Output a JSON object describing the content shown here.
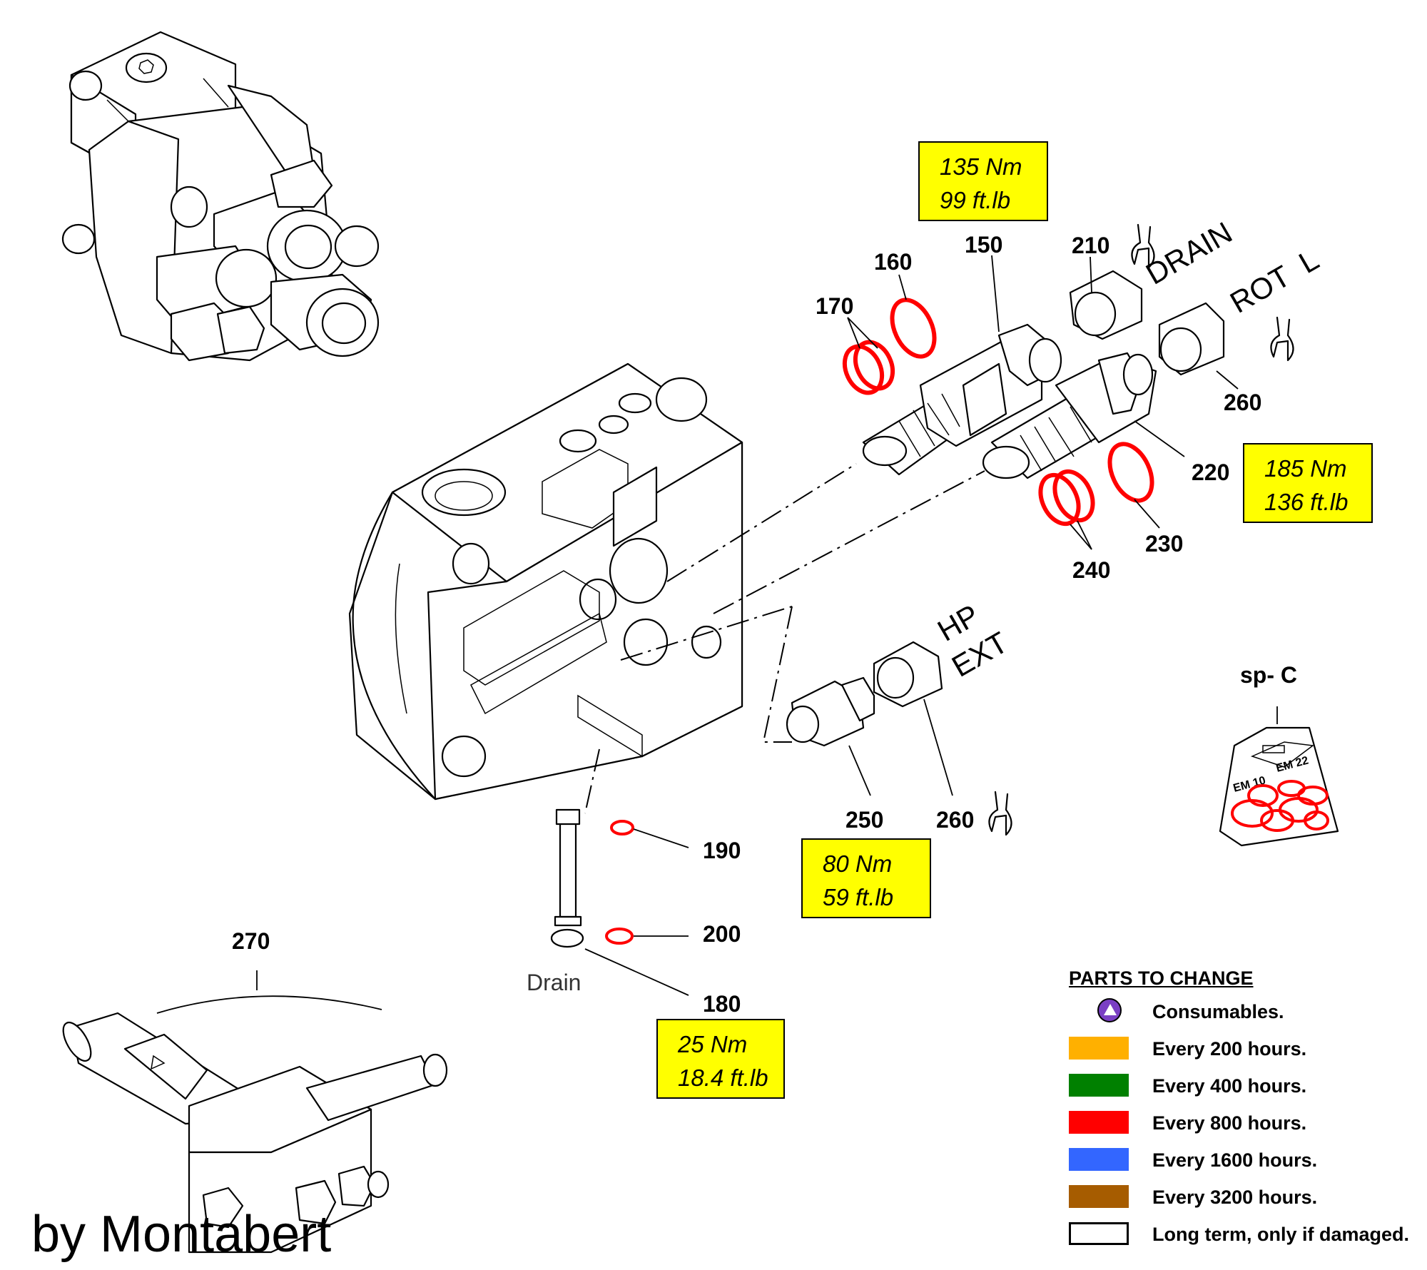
{
  "part_labels": {
    "p150": "150",
    "p160": "160",
    "p170": "170",
    "p180": "180",
    "p190": "190",
    "p200": "200",
    "p210": "210",
    "p220": "220",
    "p230": "230",
    "p240": "240",
    "p250": "250",
    "p260a": "260",
    "p260b": "260",
    "p270": "270"
  },
  "port_labels": {
    "drain": "DRAIN",
    "rot_l": "ROT  L",
    "hp": "HP",
    "ext": "EXT"
  },
  "drain_label": "Drain",
  "kit_label": "sp- C",
  "kit_bag_text": {
    "em10": "EM 10",
    "em22": "EM 22"
  },
  "torque_boxes": {
    "t150": {
      "nm": "135 Nm",
      "ftlb": "99 ft.lb"
    },
    "t220": {
      "nm": "185 Nm",
      "ftlb": "136 ft.lb"
    },
    "t250": {
      "nm": "80 Nm",
      "ftlb": "59 ft.lb"
    },
    "t180": {
      "nm": "25 Nm",
      "ftlb": "18.4 ft.lb"
    }
  },
  "legend": {
    "title": "PARTS TO CHANGE",
    "rows": [
      {
        "text": "Consumables.",
        "icon": "consumable-triangle-icon",
        "color": "#7a3fc4"
      },
      {
        "text": "Every 200 hours.",
        "color": "#ffb000"
      },
      {
        "text": "Every 400 hours.",
        "color": "#008000"
      },
      {
        "text": "Every 800 hours.",
        "color": "#ff0000"
      },
      {
        "text": "Every 1600 hours.",
        "color": "#3366ff"
      },
      {
        "text": "Every 3200 hours.",
        "color": "#a65c00"
      },
      {
        "text": "Long term, only if damaged.",
        "color": "#ffffff"
      }
    ]
  },
  "credit": "by Montabert"
}
